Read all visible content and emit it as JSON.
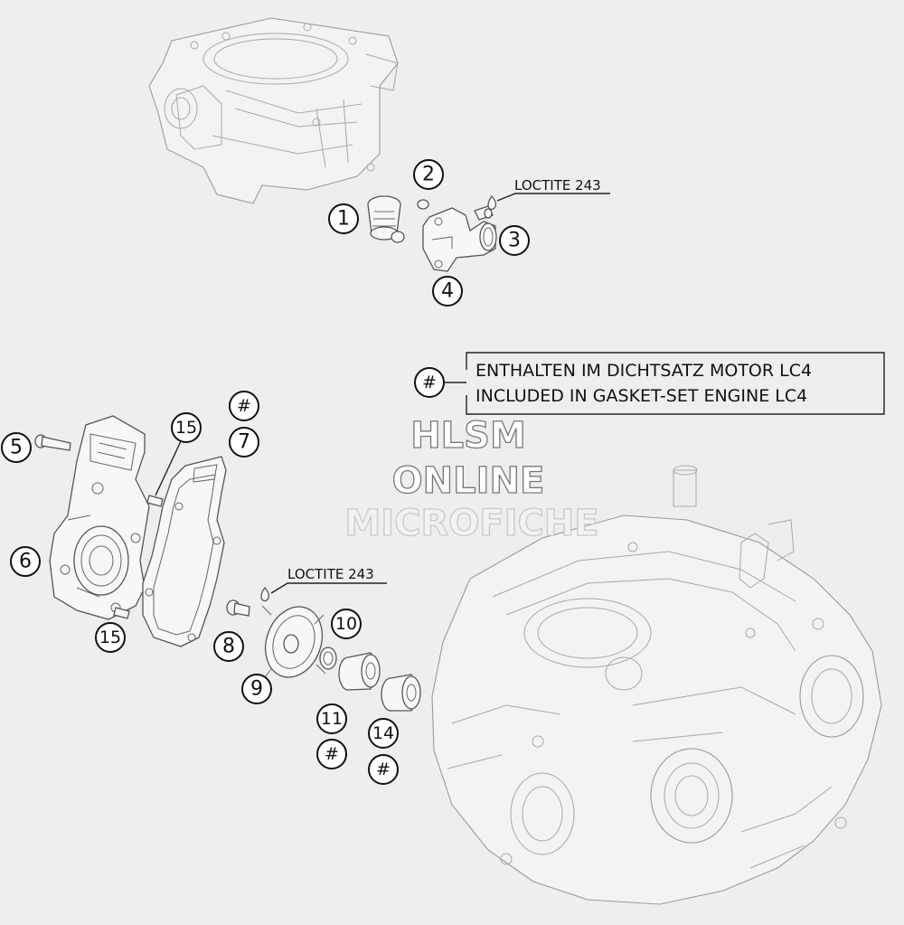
{
  "callouts": {
    "c1": "1",
    "c2": "2",
    "c3": "3",
    "c4": "4",
    "c5": "5",
    "c6": "6",
    "c7": "7",
    "c8": "8",
    "c9": "9",
    "c10": "10",
    "c11": "11",
    "c14": "14",
    "c15a": "15",
    "c15b": "15",
    "hash_7": "#",
    "hash_11": "#",
    "hash_14": "#",
    "hash_legend": "#"
  },
  "notes": {
    "loctite_top": "LOCTITE 243",
    "loctite_mid": "LOCTITE 243"
  },
  "legend": {
    "line1": "ENTHALTEN IM DICHTSATZ MOTOR LC4",
    "line2": "INCLUDED IN GASKET-SET ENGINE LC4"
  },
  "watermark": {
    "line1": "HLSM",
    "line2": "ONLINE",
    "line3": "MICROFICHE"
  }
}
